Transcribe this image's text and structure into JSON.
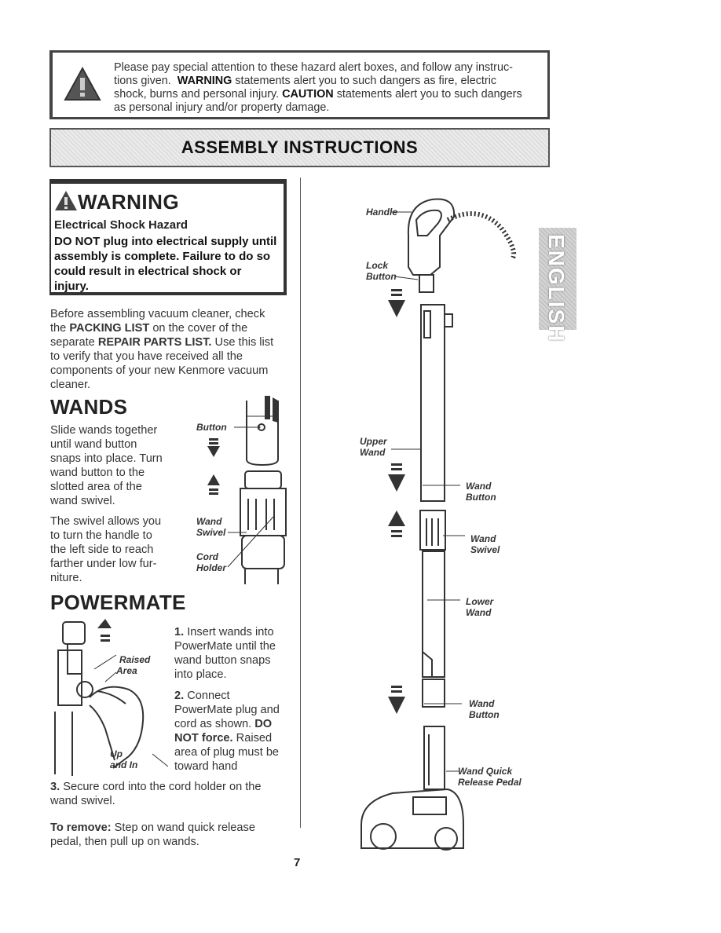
{
  "alert": {
    "line1": "Please pay special attention to these hazard alert boxes, and follow any instruc-",
    "line2_pre": "tions given.",
    "line2_bold": "WARNING",
    "line2_post": "statements alert you to such dangers as fire, electric",
    "line3_pre": "shock, burns and personal injury.",
    "line3_bold": "CAUTION",
    "line3_post": "statements alert you to such dangers",
    "line4": "as personal injury and/or property damage."
  },
  "banner": {
    "title": "ASSEMBLY INSTRUCTIONS"
  },
  "warning": {
    "heading": "WARNING",
    "subheading": "Electrical Shock Hazard",
    "body_lines": [
      "DO NOT plug into electrical supply until",
      "assembly is complete. Failure to do so",
      "could result in electrical shock or",
      "injury."
    ]
  },
  "intro": {
    "l1": "Before assembling vacuum cleaner, check",
    "l2_pre": "the",
    "l2_bold": "PACKING LIST",
    "l2_post": "on the cover of the",
    "l3_pre": "separate",
    "l3_bold": "REPAIR PARTS LIST.",
    "l3_post": "Use this list",
    "l4": "to verify that you have received all the",
    "l5": "components of your new Kenmore vacuum",
    "l6": "cleaner."
  },
  "wands": {
    "heading": "WANDS",
    "p1_lines": [
      "Slide wands together",
      "until wand button",
      "snaps into place. Turn",
      "wand button to the",
      "slotted area of the",
      "wand swivel."
    ],
    "p2_lines": [
      "The swivel allows you",
      "to turn the handle to",
      "the left side to reach",
      "farther under low fur-",
      "niture."
    ],
    "labels": {
      "button": "Button",
      "wand_swivel_1": "Wand",
      "wand_swivel_2": "Swivel",
      "cord_holder_1": "Cord",
      "cord_holder_2": "Holder"
    }
  },
  "powermate": {
    "heading": "POWERMATE",
    "step1_num": "1.",
    "step1_lines": [
      "Insert wands into",
      "PowerMate until the",
      "wand button snaps",
      "into place."
    ],
    "step2_num": "2.",
    "step2_lines": [
      "Connect",
      "PowerMate plug and"
    ],
    "step2_l3_pre": "cord as shown.",
    "step2_l3_bold": "DO",
    "step2_l4_bold": "NOT force.",
    "step2_l4_post": "Raised",
    "step2_l5": "area of plug must be",
    "step2_l6": "toward hand",
    "step3_num": "3.",
    "step3_l1": "Secure cord into the cord holder on the",
    "step3_l2": "wand swivel.",
    "remove_bold": "To remove:",
    "remove_l1": "Step on wand quick release",
    "remove_l2": "pedal, then pull up on wands.",
    "labels": {
      "raised_1": "Raised",
      "raised_2": "Area",
      "up_1": "Up",
      "up_2": "and In"
    }
  },
  "diagram": {
    "handle": "Handle",
    "lock_1": "Lock",
    "lock_2": "Button",
    "upper_1": "Upper",
    "upper_2": "Wand",
    "wand_button_1": "Wand",
    "wand_button_2": "Button",
    "wand_swivel_1": "Wand",
    "wand_swivel_2": "Swivel",
    "lower_1": "Lower",
    "lower_2": "Wand",
    "wand_button2_1": "Wand",
    "wand_button2_2": "Button",
    "release_1": "Wand Quick",
    "release_2": "Release Pedal"
  },
  "side_tab": {
    "label": "ENGLISH"
  },
  "page_number": "7"
}
